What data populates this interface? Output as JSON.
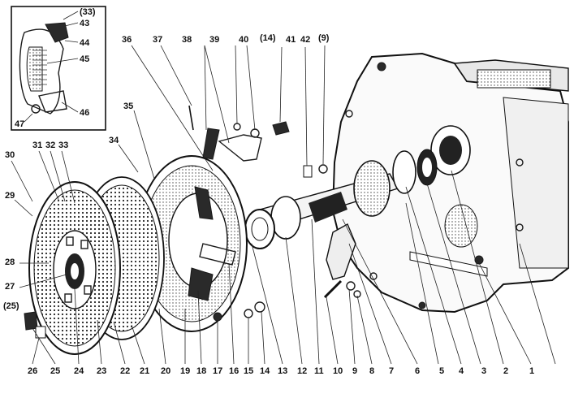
{
  "inset_labels": [
    "(33)",
    "43",
    "44",
    "45",
    "46",
    "47"
  ],
  "top_labels": [
    "36",
    "37",
    "38",
    "39",
    "40",
    "(14)",
    "41",
    "42",
    "(9)",
    "35",
    "34"
  ],
  "left_labels": [
    "30",
    "31",
    "32",
    "33",
    "29",
    "28",
    "27",
    "(25)"
  ],
  "bottom_labels": [
    "26",
    "25",
    "24",
    "23",
    "22",
    "21",
    "20",
    "19",
    "18",
    "17",
    "16",
    "15",
    "14",
    "13",
    "12",
    "11",
    "10",
    "9",
    "8",
    "7",
    "6",
    "5",
    "4",
    "3",
    "2",
    "1"
  ]
}
